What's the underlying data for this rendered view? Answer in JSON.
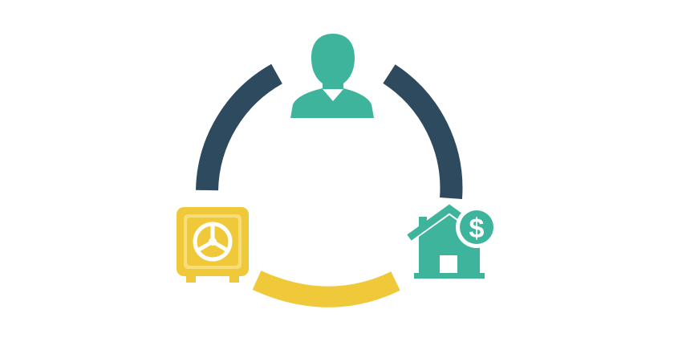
{
  "diagram": {
    "type": "cycle",
    "nodes": [
      {
        "id": "person",
        "icon": "person-icon",
        "color": "#3eb49c"
      },
      {
        "id": "house",
        "icon": "house-dollar-icon",
        "color": "#3eb49c",
        "badge_text": "$"
      },
      {
        "id": "safe",
        "icon": "safe-icon",
        "color": "#f0c93a"
      }
    ],
    "arcs": [
      {
        "id": "left-arc",
        "color": "#2e4a5e"
      },
      {
        "id": "right-arc",
        "color": "#2e4a5e"
      },
      {
        "id": "bottom-arc",
        "color": "#f0c93a"
      }
    ]
  }
}
